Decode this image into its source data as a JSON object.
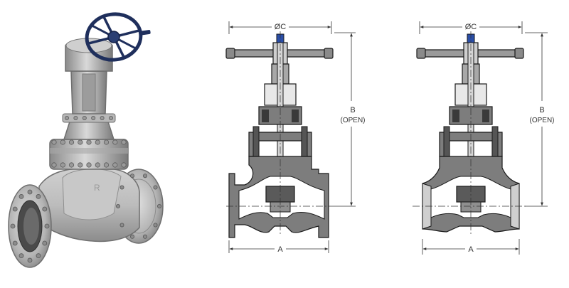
{
  "colors": {
    "background": "#ffffff",
    "outline": "#1a1a1a",
    "body_fill": "#bfbfbf",
    "body_dark": "#7d7d7d",
    "body_light": "#e6e6e6",
    "handwheel": "#1f2f5c",
    "stem_marker": "#2a4ea8",
    "dimension_line": "#333333"
  },
  "drawings": [
    {
      "variant": "flanged",
      "dim_c_label": "ØC",
      "dim_b_label": "B",
      "dim_b_sublabel": "(OPEN)",
      "dim_a_label": "A"
    },
    {
      "variant": "butt-weld",
      "dim_c_label": "ØC",
      "dim_b_label": "B",
      "dim_b_sublabel": "(OPEN)",
      "dim_a_label": "A"
    }
  ],
  "photo": {
    "casting_mark": "R"
  }
}
